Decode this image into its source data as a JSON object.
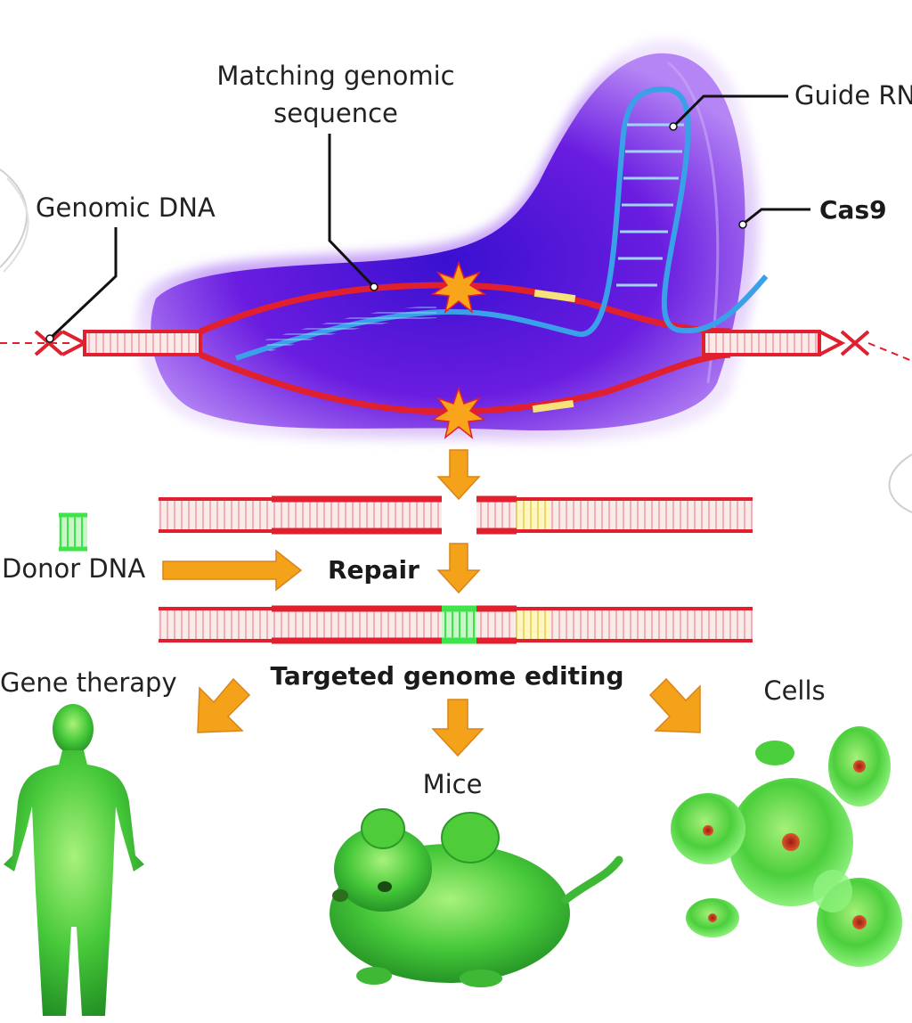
{
  "labels": {
    "matching_line1": "Matching genomic",
    "matching_line2": "sequence",
    "genomic_dna": "Genomic DNA",
    "guide_rna": "Guide RN",
    "cas9": "Cas9",
    "donor_dna": "Donor DNA",
    "repair": "Repair",
    "targeted": "Targeted genome editing",
    "gene_therapy": "Gene therapy",
    "mice": "Mice",
    "cells": "Cells"
  },
  "colors": {
    "dna_red": "#e0202e",
    "cas9_purple": "#5a16d8",
    "guide_blue": "#3aa0e8",
    "arrow_orange": "#f4a21a",
    "donor_green": "#3fe34a",
    "edit_yellow": "#f6e27a",
    "organism_green": "#3cc43a"
  },
  "icons": [
    "cut-site-star-icon",
    "arrow-down-icon",
    "arrow-right-icon",
    "human-silhouette-icon",
    "mouse-icon",
    "cells-icon"
  ]
}
